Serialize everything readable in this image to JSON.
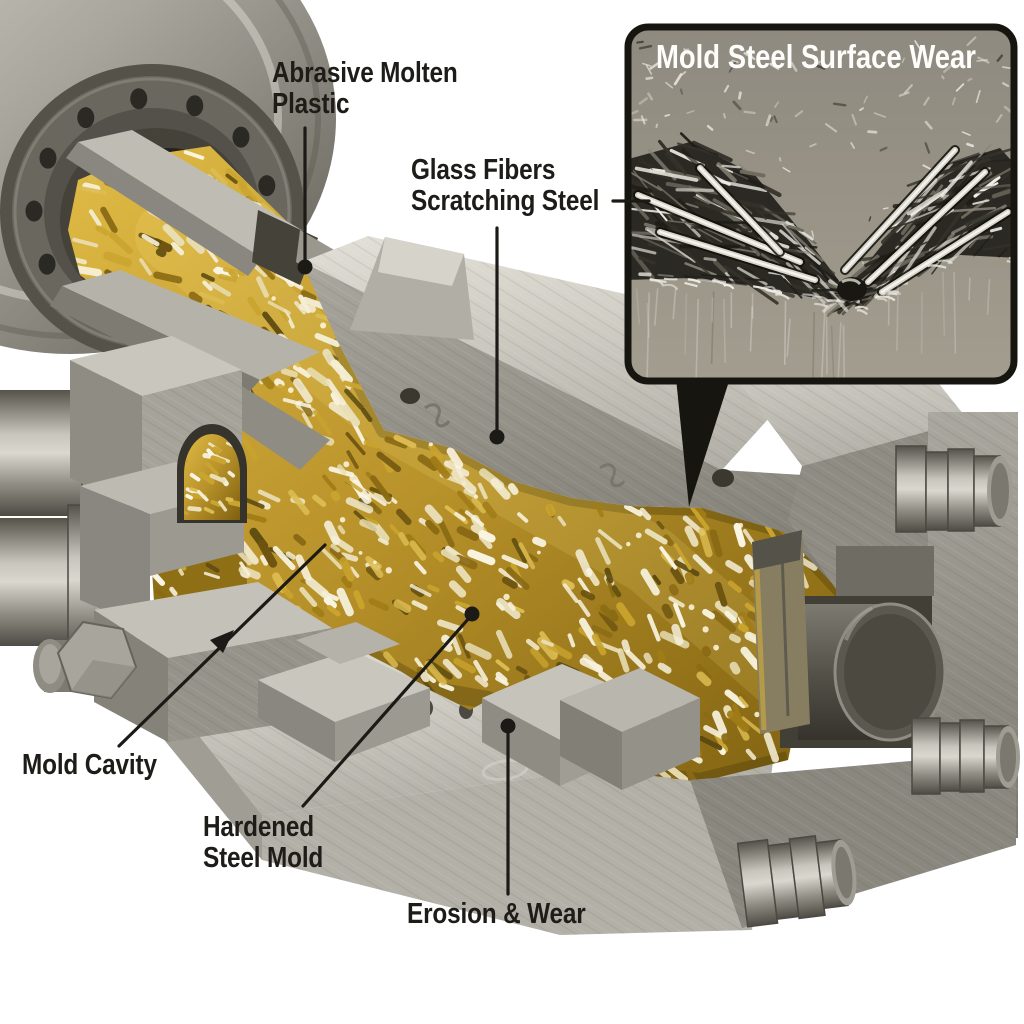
{
  "labels": {
    "abrasive_molten_plastic": "Abrasive Molten\nPlastic",
    "glass_fibers_scratching_steel": "Glass Fibers\nScratching Steel",
    "mold_cavity": "Mold Cavity",
    "hardened_steel_mold": "Hardened\nSteel Mold",
    "erosion_and_wear": "Erosion & Wear"
  },
  "inset": {
    "title": "Mold Steel Surface Wear"
  },
  "colors": {
    "background": "#ffffff",
    "label_text": "#1d1c19",
    "leader_line": "#1b1a16",
    "molten_plastic_base": "#b8922a",
    "molten_plastic_light": "#e0bb45",
    "molten_plastic_dark": "#7e6010",
    "glass_fiber_cream": "#f4eed6",
    "steel_light": "#d6d3cb",
    "steel_mid": "#9a968e",
    "steel_dark": "#6b6860",
    "inset_border": "#16150f",
    "inset_steel": "#948f84",
    "inset_fiber_dark": "#2b2923"
  }
}
